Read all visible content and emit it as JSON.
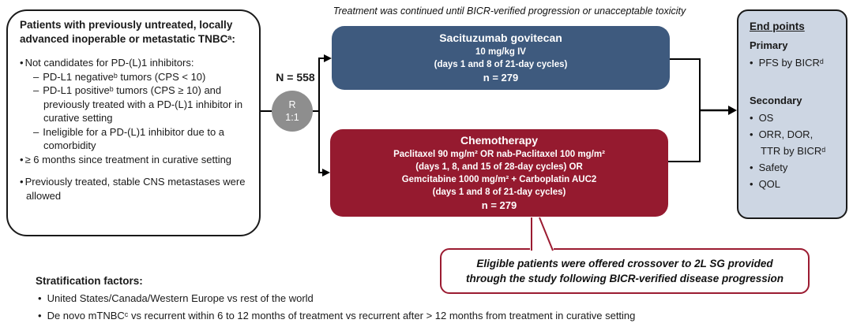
{
  "colors": {
    "sg_arm": "#3e5a7e",
    "chemo_arm": "#951a2f",
    "endpoints_fill": "#cdd6e3",
    "randomization_circle": "#8e8e8e",
    "crossover_border": "#9b1b31",
    "connector": "#000000"
  },
  "header": {
    "note": "Treatment was continued until BICR-verified progression or unacceptable toxicity"
  },
  "eligibility": {
    "title": "Patients with previously untreated, locally advanced inoperable or metastatic TNBCᵃ:",
    "items": [
      {
        "level": 1,
        "text": "Not candidates for PD-(L)1 inhibitors:"
      },
      {
        "level": 2,
        "text": "PD-L1 negativeᵇ tumors (CPS < 10)"
      },
      {
        "level": 2,
        "text": "PD-L1 positiveᵇ tumors (CPS ≥ 10) and previously treated with a PD-(L)1 inhibitor in curative setting"
      },
      {
        "level": 2,
        "text": "Ineligible for a PD-(L)1 inhibitor due to a comorbidity"
      },
      {
        "level": 1,
        "text": "≥ 6 months since treatment in curative setting"
      },
      {
        "level": 1,
        "text": "Previously treated, stable CNS metastases were allowed"
      }
    ]
  },
  "randomization": {
    "n_label": "N = 558",
    "r_label": "R",
    "ratio_label": "1:1"
  },
  "arms": {
    "sg": {
      "title": "Sacituzumab govitecan",
      "line1": "10 mg/kg IV",
      "line2": "(days 1 and 8 of 21-day cycles)",
      "n_label": "n = 279"
    },
    "chemo": {
      "title": "Chemotherapy",
      "line1": "Paclitaxel 90 mg/m² OR nab-Paclitaxel 100 mg/m²",
      "line2": "(days 1, 8, and 15 of 28-day cycles) OR",
      "line3": "Gemcitabine 1000 mg/m² + Carboplatin AUC2",
      "line4": "(days 1 and 8 of 21-day cycles)",
      "n_label": "n = 279"
    }
  },
  "endpoints": {
    "title": "End points",
    "primary_label": "Primary",
    "primary_items": [
      "PFS by BICRᵈ"
    ],
    "secondary_label": "Secondary",
    "secondary_items": [
      "OS",
      "ORR, DOR, TTR by BICRᵈ",
      "Safety",
      "QOL"
    ]
  },
  "crossover": {
    "line1": "Eligible patients were offered crossover to 2L SG provided",
    "line2": "through the study following BICR-verified disease progression"
  },
  "stratification": {
    "title": "Stratification factors:",
    "items": [
      "United States/Canada/Western Europe vs rest of the world",
      "De novo mTNBCᶜ vs recurrent within 6 to 12 months of treatment vs recurrent after > 12 months from treatment in curative setting"
    ]
  }
}
